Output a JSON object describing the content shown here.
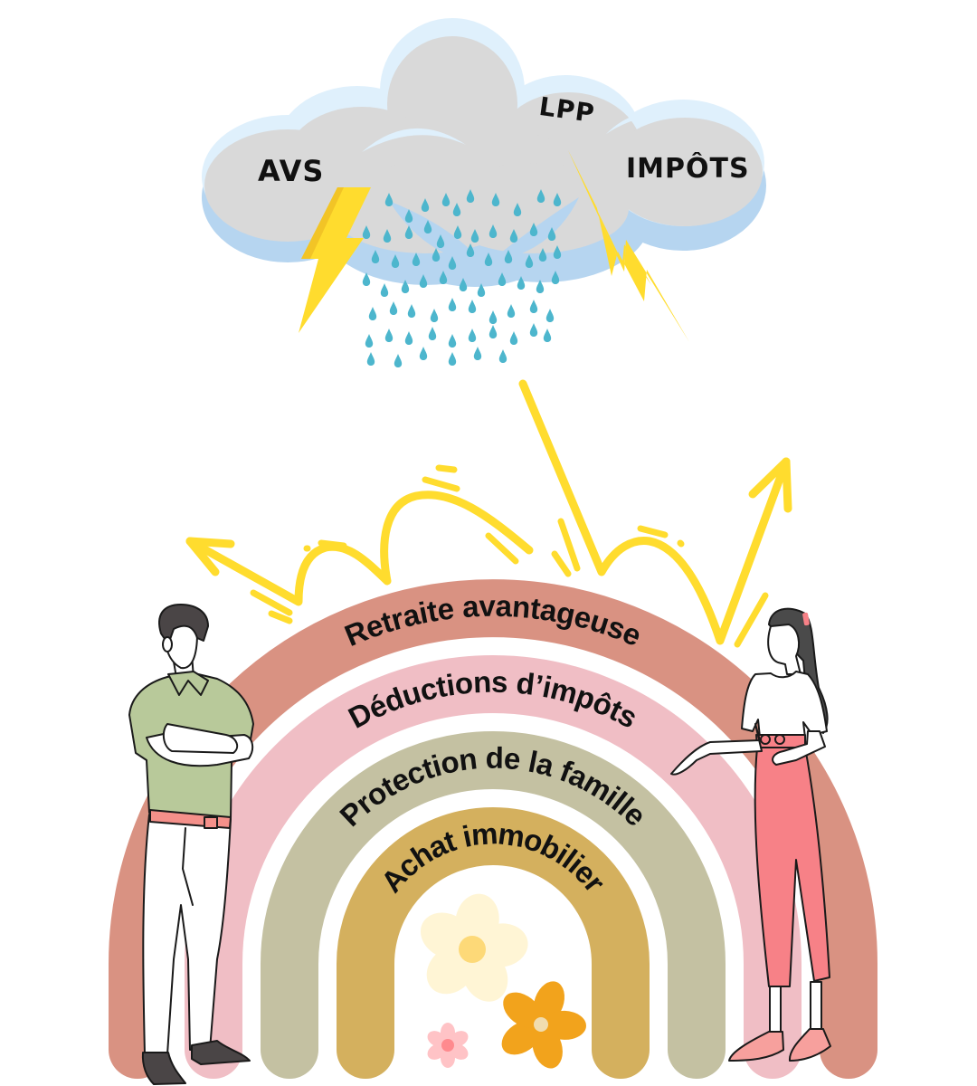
{
  "illustration": {
    "cloud": {
      "labels": {
        "left": "AVS",
        "center": "LPP",
        "right": "IMPÔTS"
      }
    },
    "rainbow": {
      "bands": [
        {
          "label": "Retraite avantageuse",
          "color": "#D99282"
        },
        {
          "label": "Déductions d’impôts",
          "color": "#F0BEC5"
        },
        {
          "label": "Protection de la famille",
          "color": "#C4C1A2"
        },
        {
          "label": "Achat immobilier",
          "color": "#D4B05E"
        }
      ]
    },
    "colors": {
      "cloud_grey": "#D9D9D9",
      "cloud_highlight": "#DFF0FC",
      "cloud_shadow": "#B6D5F0",
      "lightning": "#FFDC2E",
      "rain": "#4DB6CD",
      "arrows": "#FFDC2E",
      "man_shirt": "#B8C99A",
      "man_belt": "#F4908A",
      "hair": "#4A4546",
      "woman_pants": "#F78187",
      "woman_shoes": "#F7A09D",
      "flower_cream": "#FFF5D5",
      "flower_orange": "#F2A31C",
      "flower_pink": "#FFC3C6"
    }
  }
}
